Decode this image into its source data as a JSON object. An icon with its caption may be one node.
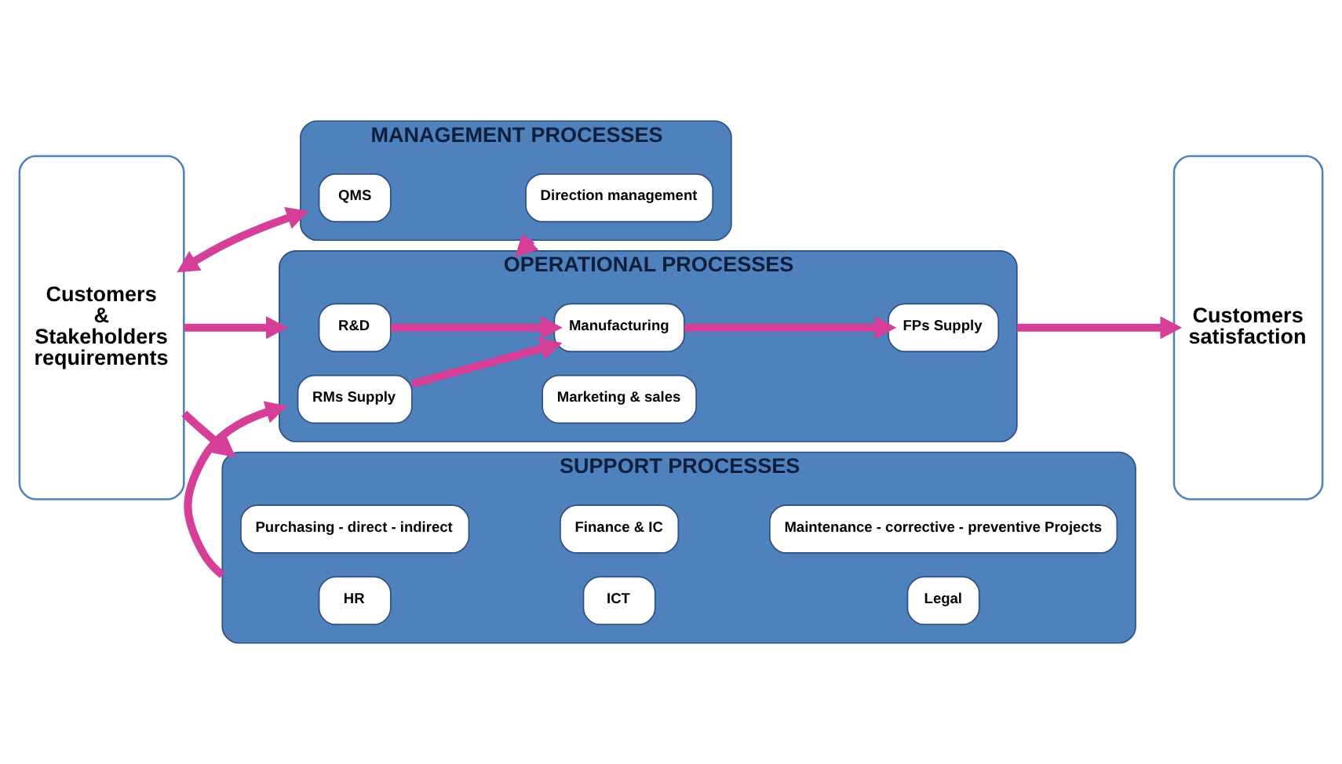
{
  "diagram": {
    "nodes": [
      {
        "text": [
          "Customers & Stakeholders requirements"
        ]
      },
      {
        "text": [
          "MANAGEMENT PROCESSES"
        ]
      },
      {
        "text": [
          "QMS"
        ],
        "in": 1
      },
      {
        "text": [
          "Direction management"
        ],
        "in": 1
      },
      {
        "text": [
          "OPERATIONAL PROCESSES"
        ]
      },
      {
        "text": [
          "R&D"
        ],
        "in": 4
      },
      {
        "text": [
          "RMs Supply"
        ],
        "in": 4
      },
      {
        "text": [
          "Manufacturing"
        ],
        "in": 4
      },
      {
        "text": [
          "FPs Supply"
        ],
        "in": 4
      },
      {
        "text": [
          "Marketing & sales"
        ],
        "in": 4
      },
      {
        "text": [
          "SUPPORT PROCESSES"
        ]
      },
      {
        "text": [
          "Purchasing - direct - indirect"
        ],
        "in": 10
      },
      {
        "text": [
          "HR"
        ],
        "in": 10
      },
      {
        "text": [
          "Finance & IC"
        ],
        "in": 10
      },
      {
        "text": [
          "ICT"
        ],
        "in": 10
      },
      {
        "text": [
          "Maintenance - corrective - preventive Projects"
        ],
        "in": 10
      },
      {
        "text": [
          "Legal"
        ],
        "in": 10
      },
      {
        "text": [
          "Customers satisfaction"
        ]
      }
    ],
    "edges": [
      {
        "from": 0,
        "to": 1,
        "arrow": "both"
      },
      {
        "from": 1,
        "to": 4,
        "arrow": "to"
      },
      {
        "from": 0,
        "to": 4,
        "arrow": "to"
      },
      {
        "from": 5,
        "to": 7,
        "arrow": "to"
      },
      {
        "from": 6,
        "to": 7,
        "arrow": "to"
      },
      {
        "from": 7,
        "to": 8,
        "arrow": "to"
      },
      {
        "from": 4,
        "to": 17,
        "arrow": "to"
      },
      {
        "from": 10,
        "to": 4,
        "arrow": "to"
      },
      {
        "from": 0,
        "to": 10,
        "arrow": "to"
      }
    ]
  }
}
